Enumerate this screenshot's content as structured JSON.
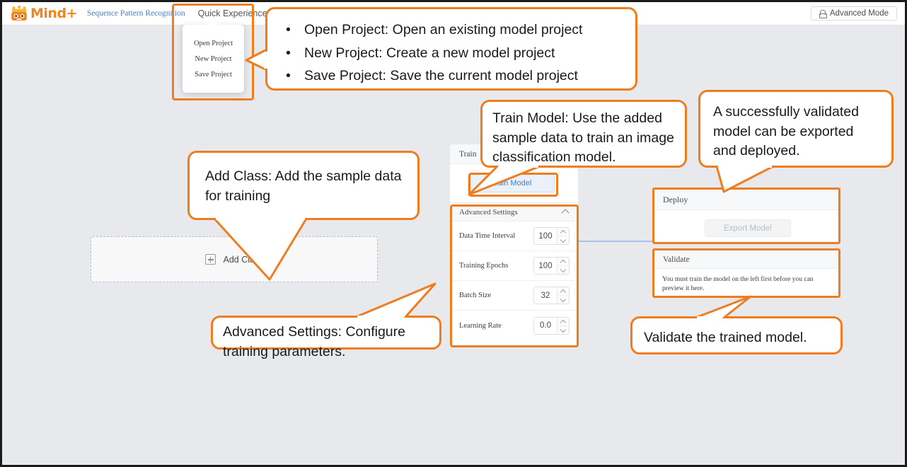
{
  "app": {
    "logo_text": "Mind+",
    "project_title": "Sequence Pattern Recognition",
    "quick_experience_label": "Quick Experience",
    "advanced_mode_label": "Advanced Mode"
  },
  "quick_menu": {
    "items": [
      {
        "label": "Open Project"
      },
      {
        "label": "New Project"
      },
      {
        "label": "Save Project"
      }
    ]
  },
  "canvas": {
    "add_class": {
      "label": "Add Class"
    },
    "train_panel": {
      "header": "Train",
      "train_button": "Train Model",
      "advanced_settings_header": "Advanced Settings",
      "settings": [
        {
          "label": "Data Time Interval",
          "value": "100"
        },
        {
          "label": "Training Epochs",
          "value": "100"
        },
        {
          "label": "Batch Size",
          "value": "32"
        },
        {
          "label": "Learning Rate",
          "value": "0.0"
        }
      ]
    },
    "deploy_panel": {
      "header": "Deploy",
      "export_button": "Export Model"
    },
    "validate_panel": {
      "header": "Validate",
      "body": "You must train the model on the left first before you can preview it here."
    }
  },
  "callouts": {
    "project_menu": {
      "lines": [
        "Open Project: Open an existing model project",
        "New Project: Create a new model project",
        "Save Project: Save the current model project"
      ]
    },
    "add_class": "Add Class: Add the sample data for training",
    "train_model": "Train Model: Use the added sample data to train an image classification model.",
    "export": "A successfully validated model can be exported and deployed.",
    "advanced_settings": "Advanced Settings: Configure training parameters.",
    "validate": "Validate the trained model."
  },
  "colors": {
    "accent_orange": "#ee7d1f",
    "brand_orange": "#f08519",
    "link_blue": "#4a7ebb",
    "canvas_bg": "#e7e9ec"
  }
}
